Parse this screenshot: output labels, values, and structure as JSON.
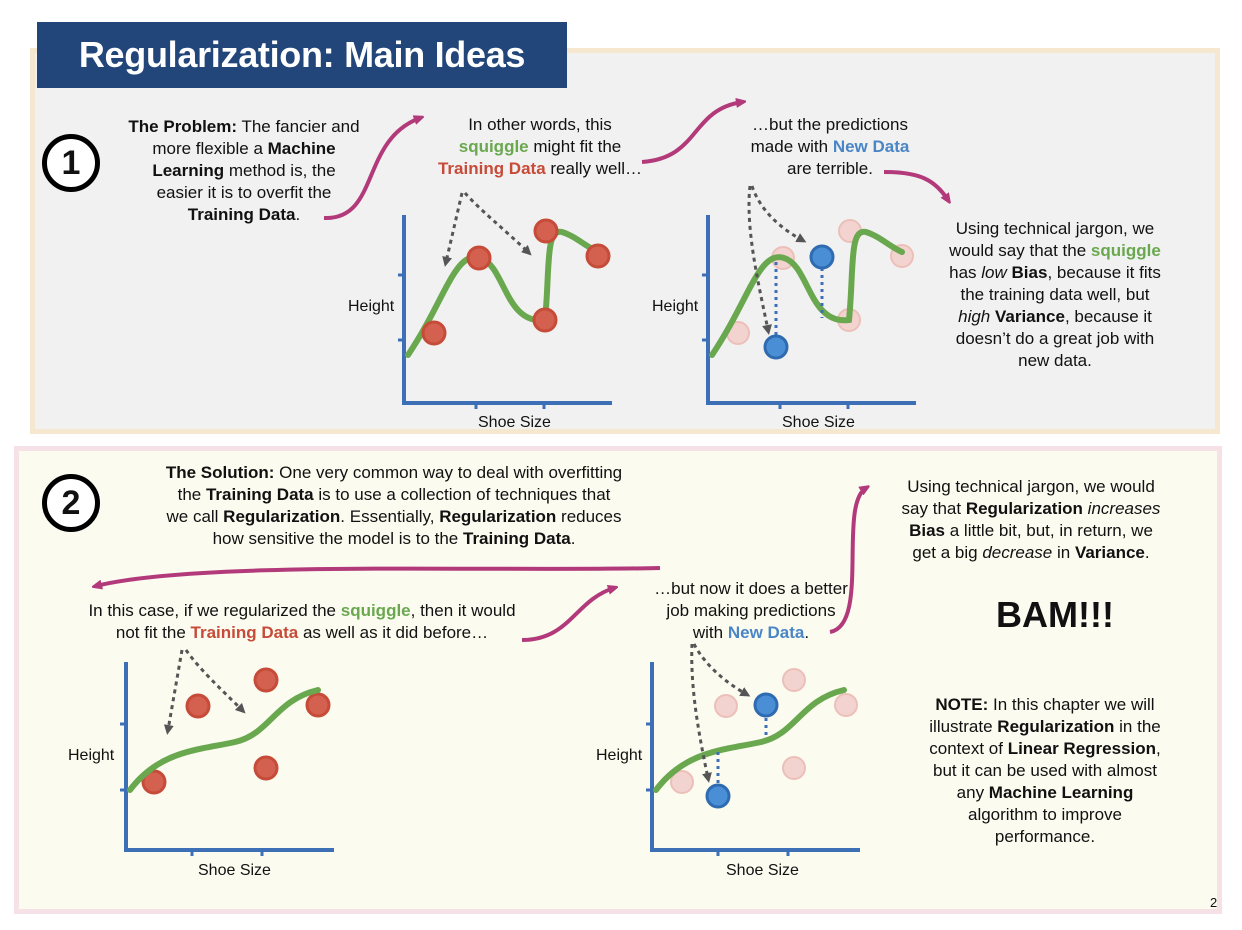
{
  "header": {
    "title": "Regularization: Main Ideas"
  },
  "section1": {
    "number": "1",
    "problem": {
      "l1a": "The Problem:",
      "l1b": " The fancier and",
      "l2a": "more flexible a ",
      "l2b": "Machine",
      "l3a": "Learning",
      "l3b": " method is, the",
      "l4": "easier it is to overfit the",
      "l5a": "Training Data",
      "l5b": "."
    },
    "squiggle_text": {
      "l1": "In other words, this",
      "l2a": "squiggle",
      "l2b": " might fit the",
      "l3a": "Training Data",
      "l3b": " really well…"
    },
    "new_data_text": {
      "l1": "…but the predictions",
      "l2a": "made with ",
      "l2b": "New Data",
      "l3": "are terrible."
    },
    "jargon": {
      "l1": "Using technical jargon, we",
      "l2a": "would say that the ",
      "l2b": "squiggle",
      "l3a": "has ",
      "l3b": "low",
      "l3c": " ",
      "l3d": "Bias",
      "l3e": ", because it fits",
      "l4": "the training data well, but",
      "l5a": "high",
      "l5b": " ",
      "l5c": "Variance",
      "l5d": ", because it",
      "l6": "doesn’t do a great job with",
      "l7": "new data."
    }
  },
  "section2": {
    "number": "2",
    "solution": {
      "l1a": "The Solution:",
      "l1b": " One very common way to deal with overfitting",
      "l2a": "the ",
      "l2b": "Training Data",
      "l2c": " is to use a collection of techniques that",
      "l3a": "we call ",
      "l3b": "Regularization",
      "l3c": ". Essentially, ",
      "l3d": "Regularization",
      "l3e": " reduces",
      "l4a": "how sensitive the model is to the ",
      "l4b": "Training Data",
      "l4c": "."
    },
    "regularized_text": {
      "l1a": "In this case, if we regularized the ",
      "l1b": "squiggle",
      "l1c": ", then it would",
      "l2a": "not fit the ",
      "l2b": "Training Data",
      "l2c": " as well as it did before…"
    },
    "better_text": {
      "l1": "…but now it does a better",
      "l2": "job making predictions",
      "l3a": "with ",
      "l3b": "New Data",
      "l3c": "."
    },
    "jargon": {
      "l1": "Using technical jargon, we would",
      "l2a": "say that ",
      "l2b": "Regularization",
      "l2c": " ",
      "l2d": "increases",
      "l3a": "Bias",
      "l3b": " a little bit, but, in return, we",
      "l4a": "get a big ",
      "l4b": "decrease",
      "l4c": " in ",
      "l4d": "Variance",
      "l4e": "."
    },
    "bam": "BAM!!!",
    "note": {
      "l1a": "NOTE:",
      "l1b": " In this chapter we will",
      "l2a": "illustrate ",
      "l2b": "Regularization",
      "l2c": " in the",
      "l3a": "context of ",
      "l3b": "Linear Regression",
      "l3c": ",",
      "l4": "but it can be used with almost",
      "l5a": "any ",
      "l5b": "Machine Learning",
      "l6": "algorithm to improve",
      "l7": "performance."
    }
  },
  "plots": {
    "xlabel": "Shoe Size",
    "ylabel": "Height"
  },
  "page_number": "2",
  "colors": {
    "banner": "#23467a",
    "axis": "#3d6fb6",
    "squiggle": "#6aa84f",
    "training_point": "#d4604f",
    "faded_point": "#f3d3cf",
    "new_point": "#4a8fd6",
    "arrow": "#b33a7a"
  }
}
